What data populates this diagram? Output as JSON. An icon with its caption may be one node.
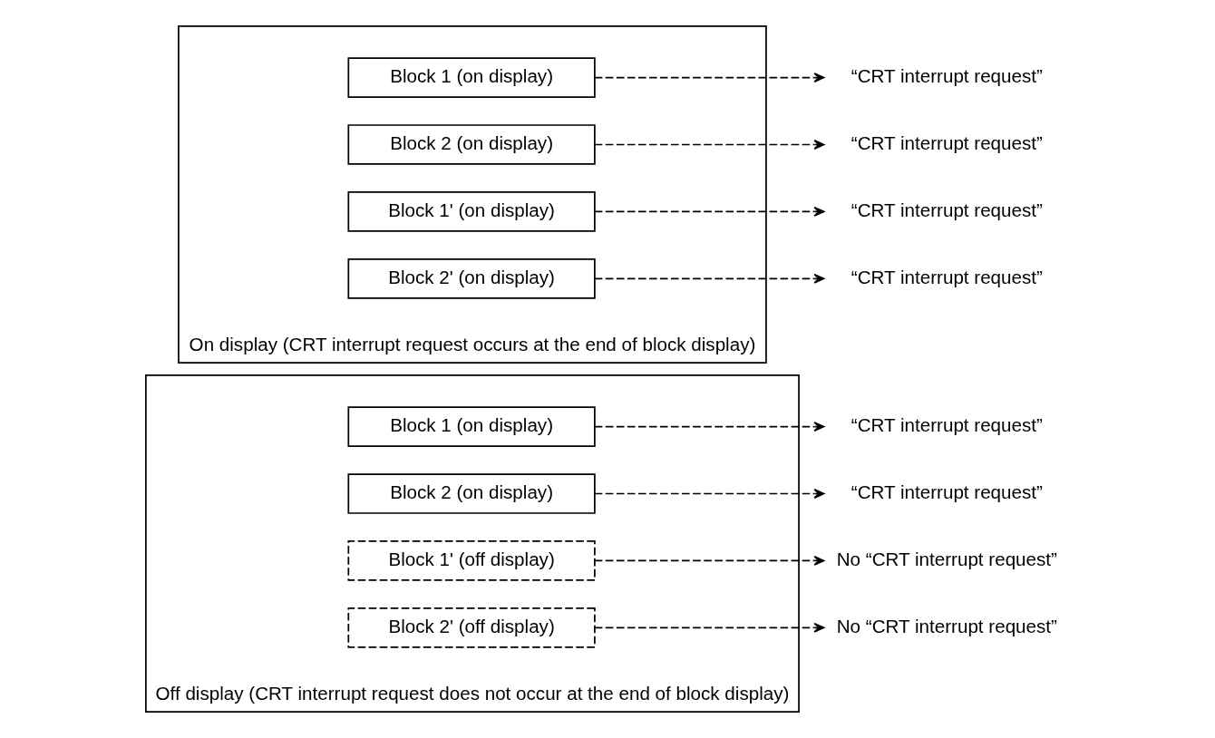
{
  "diagram": {
    "nodes": [
      {
        "text": [],
        "shape": "box",
        "beside": [
          "On display (CRT interrupt request occurs at the end of block display)"
        ]
      },
      {
        "text": [
          "Block 1 (on display)"
        ],
        "in": 0
      },
      {
        "text": [
          "Block 2 (on display)"
        ],
        "in": 0
      },
      {
        "text": [
          "Block 1' (on display)"
        ],
        "in": 0
      },
      {
        "text": [
          "Block 2' (on display)"
        ],
        "in": 0
      },
      {
        "text": [
          "“CRT interrupt request”"
        ]
      },
      {
        "text": [
          "“CRT interrupt request”"
        ]
      },
      {
        "text": [
          "“CRT interrupt request”"
        ]
      },
      {
        "text": [
          "“CRT interrupt request”"
        ]
      },
      {
        "text": [],
        "shape": "box",
        "beside": [
          "Off display (CRT interrupt request does not occur at the end of block display)"
        ]
      },
      {
        "text": [
          "Block 1 (on display)"
        ],
        "in": 9
      },
      {
        "text": [
          "Block 2 (on display)"
        ],
        "in": 9
      },
      {
        "text": [
          "Block 1' (off display)"
        ],
        "in": 9
      },
      {
        "text": [
          "Block 2' (off display)"
        ],
        "in": 9
      },
      {
        "text": [
          "“CRT interrupt request”"
        ]
      },
      {
        "text": [
          "“CRT interrupt request”"
        ]
      },
      {
        "text": [
          "No “CRT interrupt request”"
        ]
      },
      {
        "text": [
          "No “CRT interrupt request”"
        ]
      }
    ],
    "edges": [
      {
        "from": 1,
        "to": 5,
        "arrow": "to",
        "style": "dashed"
      },
      {
        "from": 2,
        "to": 6,
        "arrow": "to",
        "style": "dashed"
      },
      {
        "from": 3,
        "to": 7,
        "arrow": "to",
        "style": "dashed"
      },
      {
        "from": 4,
        "to": 8,
        "arrow": "to",
        "style": "dashed"
      },
      {
        "from": 10,
        "to": 14,
        "arrow": "to",
        "style": "dashed"
      },
      {
        "from": 11,
        "to": 15,
        "arrow": "to",
        "style": "dashed"
      },
      {
        "from": 12,
        "to": 16,
        "arrow": "to",
        "style": "dashed"
      },
      {
        "from": 13,
        "to": 17,
        "arrow": "to",
        "style": "dashed"
      }
    ]
  }
}
